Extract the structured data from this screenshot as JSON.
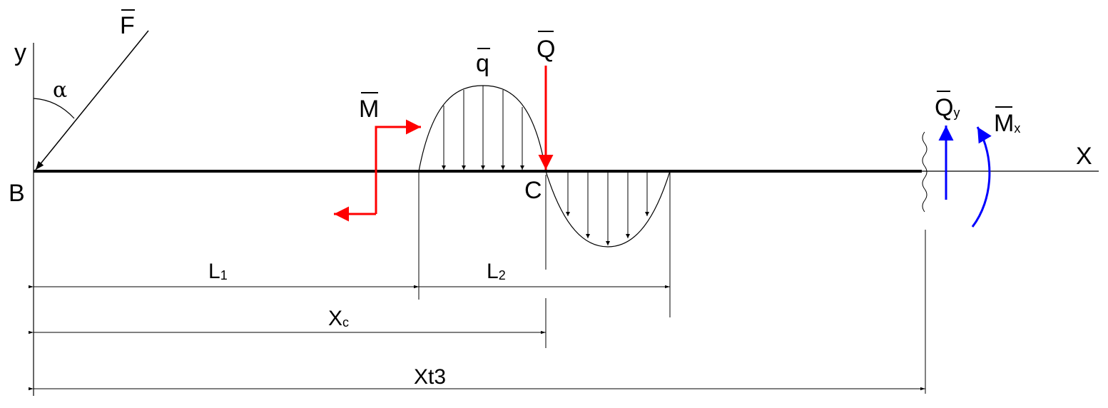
{
  "labels": {
    "F": "F",
    "y": "y",
    "alpha": "α",
    "B": "B",
    "q": "q",
    "Q": "Q",
    "M": "M",
    "C": "C",
    "X": "X",
    "Qy_main": "Q",
    "Qy_sub": "y",
    "Mx_main": "M",
    "Mx_sub": "x",
    "L1_main": "L",
    "L1_sub": "1",
    "L2_main": "L",
    "L2_sub": "2",
    "Xc_main": "X",
    "Xc_sub": "c",
    "Xt3": "Xt3"
  },
  "colors": {
    "beam": "#000000",
    "active_loads": "#ff0000",
    "reactions": "#0000ff"
  }
}
